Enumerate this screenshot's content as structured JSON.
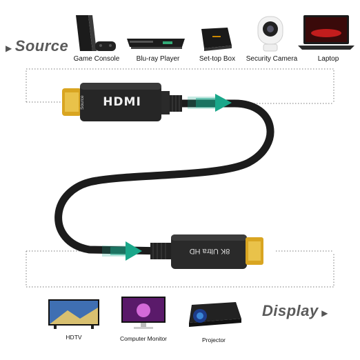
{
  "source": {
    "label": "Source"
  },
  "display": {
    "label": "Display"
  },
  "source_devices": [
    {
      "label": "Game Console",
      "icon": "game-console-icon"
    },
    {
      "label": "Blu-ray Player",
      "icon": "bluray-player-icon"
    },
    {
      "label": "Set-top Box",
      "icon": "settop-box-icon"
    },
    {
      "label": "Security Camera",
      "icon": "security-camera-icon"
    },
    {
      "label": "Laptop",
      "icon": "laptop-icon"
    }
  ],
  "display_devices": [
    {
      "label": "HDTV",
      "icon": "hdtv-icon"
    },
    {
      "label": "Computer Monitor",
      "icon": "computer-monitor-icon"
    },
    {
      "label": "Projector",
      "icon": "projector-icon"
    }
  ],
  "cable": {
    "source_end_text": "Source",
    "logo_text": "HDMI",
    "display_end_text": "8K Ultra HD"
  },
  "colors": {
    "accent_arrow": "#1aa78a",
    "cable": "#1c1c1c",
    "connector_gold": "#d9a521",
    "label_gray": "#5a5a5a"
  }
}
